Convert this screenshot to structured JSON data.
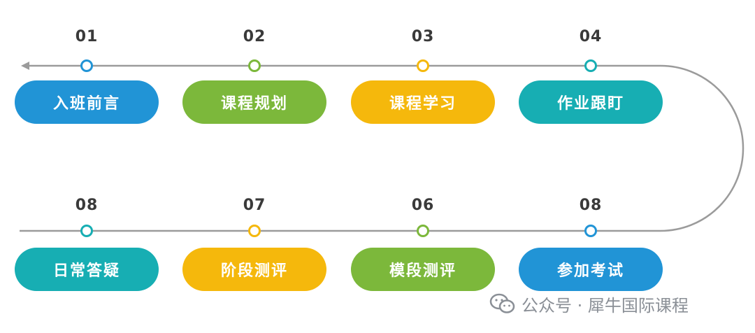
{
  "colors": {
    "line": "#9b9b9b",
    "blue": "#2194d6",
    "green": "#7cb83b",
    "yellow": "#f5b80c",
    "teal": "#17aeb3",
    "watermark": "#8a8f96"
  },
  "top_row": [
    {
      "num": "01",
      "label": "入班前言",
      "color": "#2194d6"
    },
    {
      "num": "02",
      "label": "课程规划",
      "color": "#7cb83b"
    },
    {
      "num": "03",
      "label": "课程学习",
      "color": "#f5b80c"
    },
    {
      "num": "04",
      "label": "作业跟盯",
      "color": "#17aeb3"
    }
  ],
  "bottom_row": [
    {
      "num": "08",
      "label": "日常答疑",
      "color": "#17aeb3"
    },
    {
      "num": "07",
      "label": "阶段测评",
      "color": "#f5b80c"
    },
    {
      "num": "06",
      "label": "模段测评",
      "color": "#7cb83b"
    },
    {
      "num": "08",
      "label": "参加考试",
      "color": "#2194d6"
    }
  ],
  "watermark": {
    "icon": "wechat-icon",
    "text": "公众号 · 犀牛国际课程"
  }
}
